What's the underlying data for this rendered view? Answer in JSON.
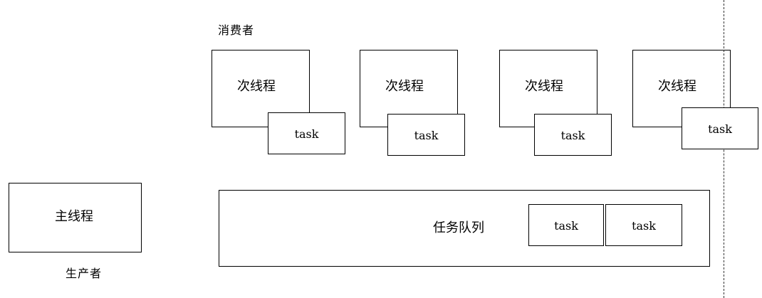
{
  "producer": {
    "caption": "生产者",
    "box_label": "主线程"
  },
  "consumers": {
    "caption": "消费者",
    "threads": [
      {
        "label": "次线程",
        "task": "task"
      },
      {
        "label": "次线程",
        "task": "task"
      },
      {
        "label": "次线程",
        "task": "task"
      },
      {
        "label": "次线程",
        "task": "task"
      }
    ]
  },
  "queue": {
    "label": "任务队列",
    "tasks": [
      "task",
      "task"
    ]
  }
}
